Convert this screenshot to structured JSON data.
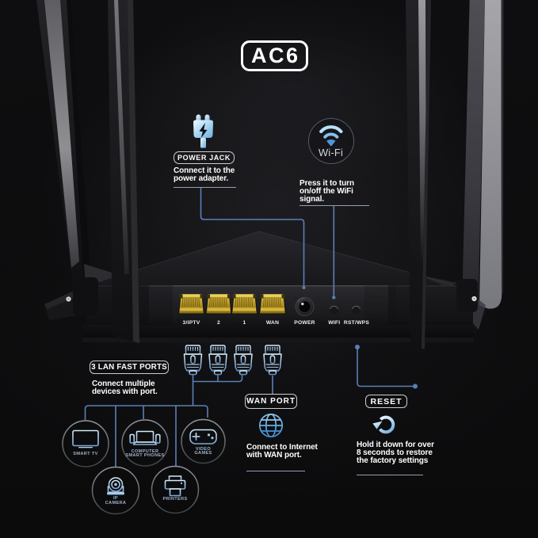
{
  "badge": {
    "label": "AC6"
  },
  "power_jack": {
    "title": "POWER JACK",
    "desc": [
      "Connect it to the",
      "power adapter."
    ]
  },
  "wifi": {
    "label": "Wi-Fi",
    "desc": [
      "Press it to turn",
      "on/off the WiFi",
      "signal."
    ]
  },
  "panel": {
    "port_labels": [
      "3/IPTV",
      "2",
      "1",
      "WAN",
      "POWER",
      "WIFI",
      "RST/WPS"
    ]
  },
  "lan": {
    "title": "3 LAN FAST PORTS",
    "desc": [
      "Connect multiple",
      "devices with port."
    ]
  },
  "wan": {
    "title": "WAN PORT",
    "desc": [
      "Connect to Internet",
      "with WAN port."
    ]
  },
  "reset": {
    "title": "RESET",
    "desc": [
      "Hold it down for over",
      "8 seconds to restore",
      "the factory settings"
    ]
  },
  "devices": [
    {
      "lines": [
        "SMART TV",
        ""
      ]
    },
    {
      "lines": [
        "COMPUTER",
        "SMART PHONES"
      ]
    },
    {
      "lines": [
        "VIDEO",
        "GAMES"
      ]
    },
    {
      "lines": [
        "IP",
        "CAMERA"
      ]
    },
    {
      "lines": [
        "PRINTERS",
        ""
      ]
    }
  ],
  "colors": {
    "accent_line": "#5b7fb5",
    "icon_blue_light": "#d6eefb",
    "icon_blue": "#6b90c2",
    "port_yellow": "#d4b12e",
    "underline": "#94a0b0",
    "text": "#ffffff",
    "background": "#0b0b0c"
  }
}
